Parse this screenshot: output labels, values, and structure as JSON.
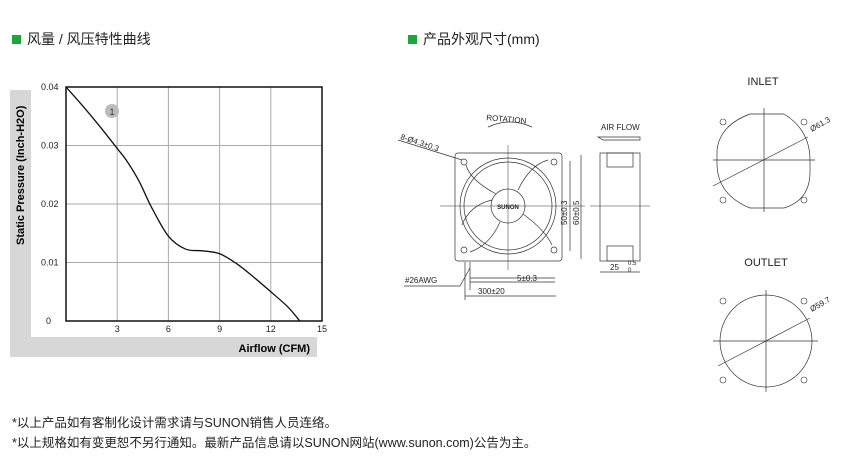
{
  "headings": {
    "left": "风量 / 风压特性曲线",
    "right": "产品外观尺寸(mm)"
  },
  "accent": "#1aa83a",
  "chart_data": {
    "type": "line",
    "title": "",
    "xlabel": "Airflow (CFM)",
    "ylabel": "Static Pressure (Inch-H2O)",
    "xlim": [
      0,
      15
    ],
    "ylim": [
      0,
      0.04
    ],
    "xticks": [
      "3",
      "6",
      "9",
      "12",
      "15"
    ],
    "yticks": [
      "0",
      "0.01",
      "0.02",
      "0.03",
      "0.04"
    ],
    "grid": true,
    "series": [
      {
        "name": "1",
        "x": [
          0,
          1,
          2,
          3,
          3.6,
          4.3,
          5,
          6,
          7,
          8,
          9,
          10,
          11,
          12,
          13,
          13.7
        ],
        "y": [
          0.04,
          0.0367,
          0.0332,
          0.0295,
          0.0272,
          0.0238,
          0.0195,
          0.0145,
          0.0123,
          0.012,
          0.0115,
          0.0098,
          0.0075,
          0.005,
          0.0024,
          0
        ]
      }
    ]
  },
  "drawing": {
    "rotation": "ROTATION",
    "airflow": "AIR FLOW",
    "holes": "8-Ø4.3±0.3",
    "brand": "SUNON",
    "d50": "50±0.3",
    "d60": "60±0.5",
    "depth": "25",
    "depth_tol_up": "0.5",
    "depth_tol_dn": "0",
    "awg": "#26AWG",
    "lead": "300±20",
    "strip": "5±0.3",
    "inlet": "INLET",
    "inlet_d": "Ø61.3",
    "outlet": "OUTLET",
    "outlet_d": "Ø59.7"
  },
  "notes": [
    "*以上产品如有客制化设计需求请与SUNON销售人员连络。",
    "*以上规格如有变更恕不另行通知。最新产品信息请以SUNON网站(www.sunon.com)公告为主。"
  ]
}
